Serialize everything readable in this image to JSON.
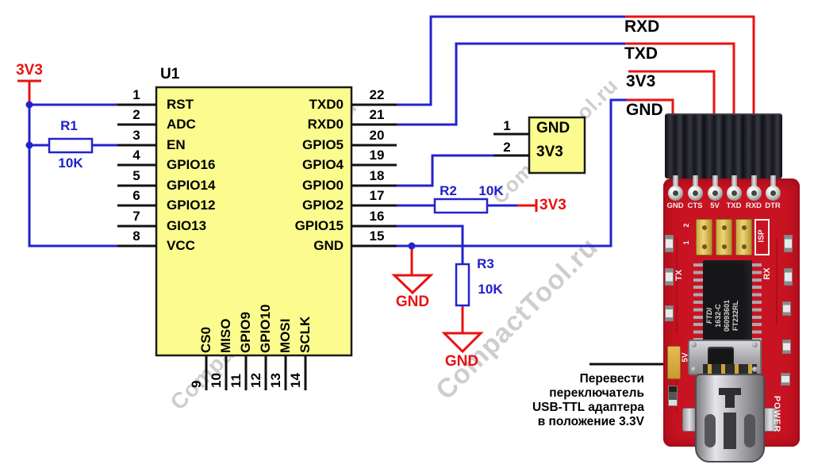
{
  "watermark": {
    "text": "CompactTool.ru"
  },
  "schematic": {
    "ic": {
      "ref": "U1",
      "left_pins": [
        {
          "num": "1",
          "name": "RST"
        },
        {
          "num": "2",
          "name": "ADC"
        },
        {
          "num": "3",
          "name": "EN"
        },
        {
          "num": "4",
          "name": "GPIO16"
        },
        {
          "num": "5",
          "name": "GPIO14"
        },
        {
          "num": "6",
          "name": "GPIO12"
        },
        {
          "num": "7",
          "name": "GIO13"
        },
        {
          "num": "8",
          "name": "VCC"
        }
      ],
      "right_pins": [
        {
          "num": "22",
          "name": "TXD0"
        },
        {
          "num": "21",
          "name": "RXD0"
        },
        {
          "num": "20",
          "name": "GPIO5"
        },
        {
          "num": "19",
          "name": "GPIO4"
        },
        {
          "num": "18",
          "name": "GPIO0"
        },
        {
          "num": "17",
          "name": "GPIO2"
        },
        {
          "num": "16",
          "name": "GPIO15"
        },
        {
          "num": "15",
          "name": "GND"
        }
      ],
      "bottom_pins": [
        {
          "num": "9",
          "name": "CS0"
        },
        {
          "num": "10",
          "name": "MISO"
        },
        {
          "num": "11",
          "name": "GPIO9"
        },
        {
          "num": "12",
          "name": "GPIO10"
        },
        {
          "num": "13",
          "name": "MOSI"
        },
        {
          "num": "14",
          "name": "SCLK"
        }
      ]
    },
    "resistors": {
      "r1": {
        "ref": "R1",
        "value": "10K"
      },
      "r2": {
        "ref": "R2",
        "value": "10K"
      },
      "r3": {
        "ref": "R3",
        "value": "10K"
      }
    },
    "power": {
      "v33": "3V3",
      "gnd": "GND"
    },
    "net_labels": {
      "rxd": "RXD",
      "txd": "TXD",
      "v33": "3V3",
      "gnd": "GND"
    },
    "connector": {
      "pin1_num": "1",
      "pin1_name": "GND",
      "pin2_num": "2",
      "pin2_name": "3V3"
    }
  },
  "adapter": {
    "header_pin_labels": [
      "GND",
      "CTS",
      "5V",
      "TXD",
      "RXD",
      "DTR"
    ],
    "isp": {
      "label": "ISP",
      "row2": "2",
      "row1": "1"
    },
    "tx": "TX",
    "rx": "RX",
    "ic_marking": [
      "FTDI",
      "1632-C",
      "06093601",
      "FT232RL"
    ],
    "v5": "5V",
    "power": "POWER"
  },
  "annotation": {
    "line1": "Перевести",
    "line2": "переключатель",
    "line3": "USB-TTL адаптера",
    "line4": "в положение 3.3V"
  },
  "colors": {
    "wire_blue": "#2323cd",
    "wire_red": "#ea1111",
    "chip_fill": "#fbfb8e",
    "pcb_red": "#c81322"
  }
}
